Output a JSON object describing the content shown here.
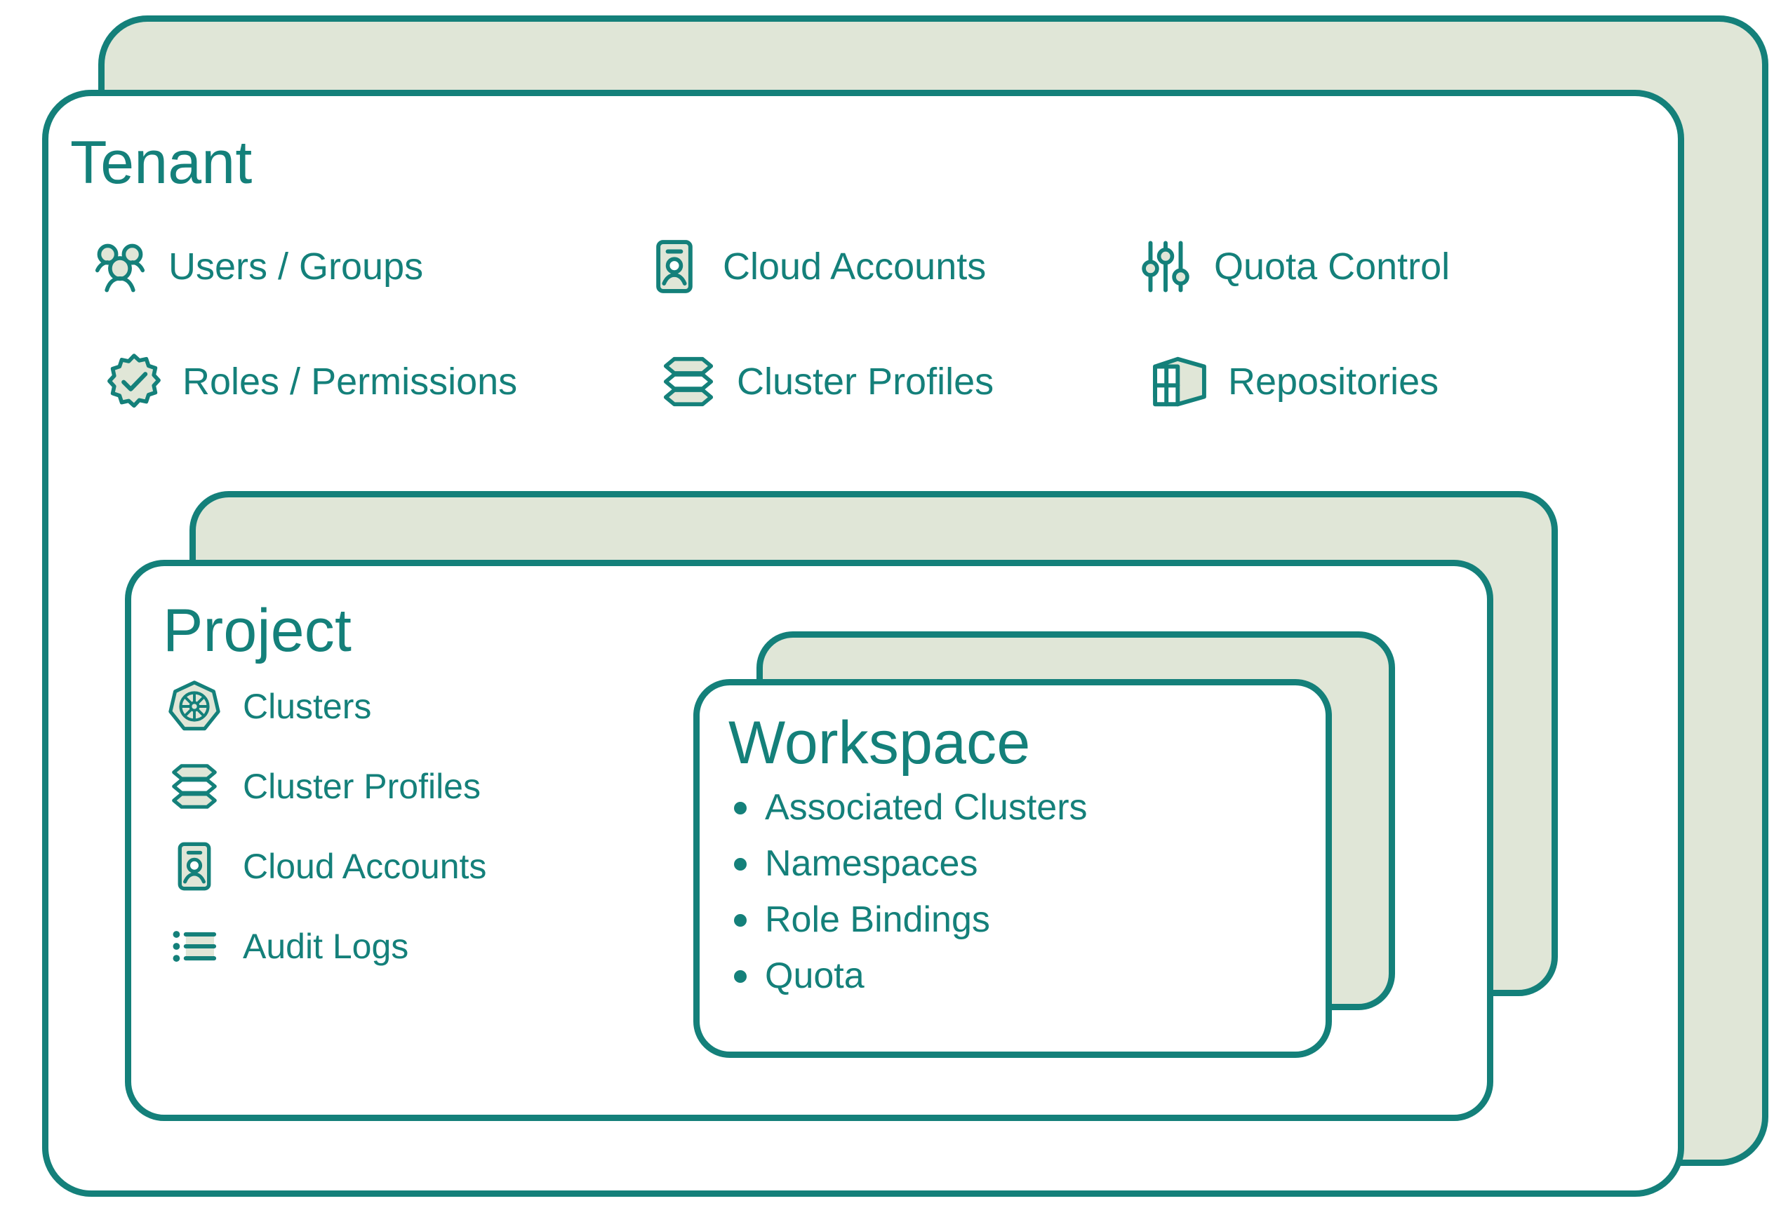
{
  "colors": {
    "teal": "#14807a",
    "card_fill_back": "#e0e6d7",
    "card_fill_front": "#ffffff",
    "icon_fill": "#e0e6d7"
  },
  "tenant": {
    "title": "Tenant",
    "items": [
      {
        "label": "Users / Groups",
        "icon": "users-group-icon"
      },
      {
        "label": "Cloud Accounts",
        "icon": "id-badge-icon"
      },
      {
        "label": "Quota Control",
        "icon": "sliders-icon"
      },
      {
        "label": "Roles / Permissions",
        "icon": "badge-check-icon"
      },
      {
        "label": "Cluster Profiles",
        "icon": "stacked-layers-icon"
      },
      {
        "label": "Repositories",
        "icon": "container-box-icon"
      }
    ]
  },
  "project": {
    "title": "Project",
    "items": [
      {
        "label": "Clusters",
        "icon": "kubernetes-helm-icon"
      },
      {
        "label": "Cluster Profiles",
        "icon": "stacked-layers-icon"
      },
      {
        "label": "Cloud Accounts",
        "icon": "id-badge-icon"
      },
      {
        "label": "Audit Logs",
        "icon": "bulleted-list-icon"
      }
    ]
  },
  "workspace": {
    "title": "Workspace",
    "items": [
      "Associated Clusters",
      "Namespaces",
      "Role Bindings",
      "Quota"
    ]
  }
}
